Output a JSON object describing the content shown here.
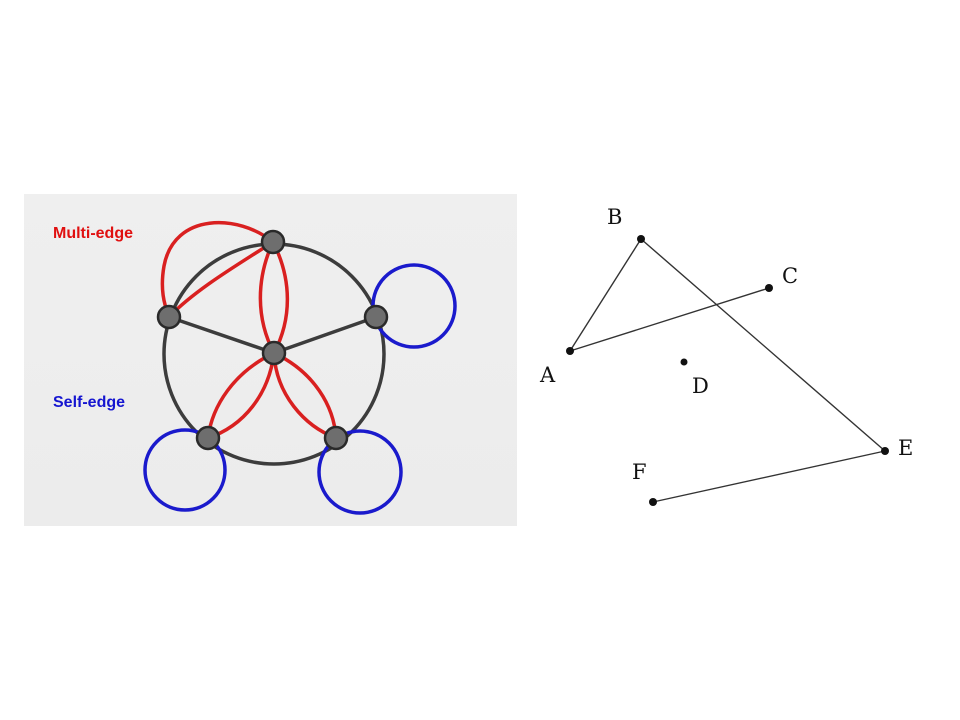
{
  "colors": {
    "multi_edge": "#d92020",
    "self_edge": "#1a1acc",
    "simple_edge": "#3c3c3c",
    "node_fill": "#6e6e6e",
    "node_stroke": "#2a2a2a",
    "panel_background": "#eeeeee",
    "point": "#111111",
    "segment": "#333333"
  },
  "graph_diagram": {
    "legend": {
      "multi_edge_label": "Multi-edge",
      "self_edge_label": "Self-edge"
    }
  },
  "geometry_diagram": {
    "points": {
      "A": "A",
      "B": "B",
      "C": "C",
      "D": "D",
      "E": "E",
      "F": "F"
    },
    "segments": [
      [
        "A",
        "B"
      ],
      [
        "A",
        "C"
      ],
      [
        "B",
        "E"
      ],
      [
        "E",
        "F"
      ]
    ]
  }
}
